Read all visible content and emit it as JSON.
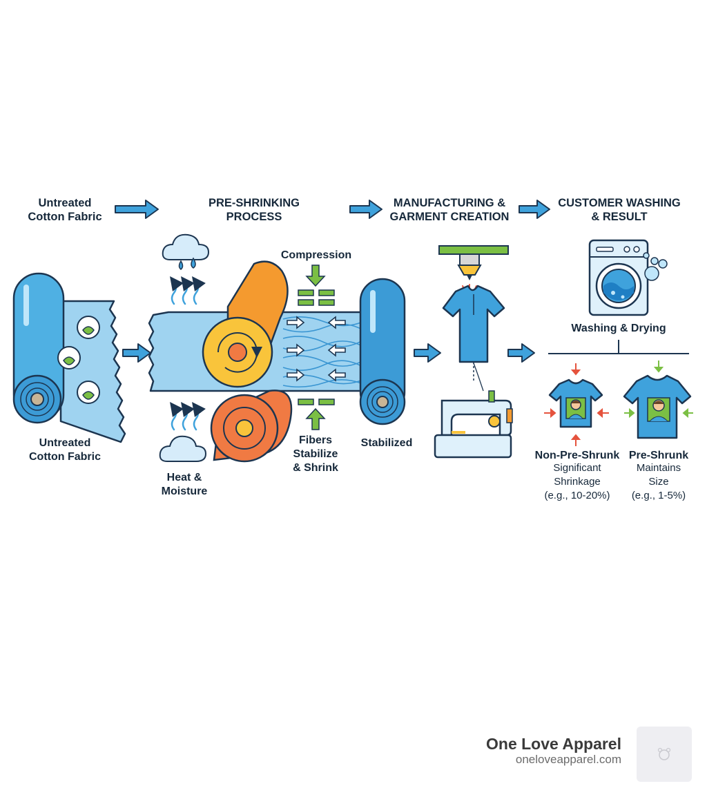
{
  "stages": {
    "untreated_header": [
      "Untreated",
      "Cotton Fabric"
    ],
    "preshrink_header": [
      "PRE-SHRINKING",
      "PROCESS"
    ],
    "manufacturing_header": [
      "MANUFACTURING &",
      "GARMENT CREATION"
    ],
    "customer_header": [
      "CUSTOMER WASHING",
      "& RESULT"
    ]
  },
  "labels": {
    "untreated_fabric": [
      "Untreated",
      "Cotton Fabric"
    ],
    "compression": "Compression",
    "heat_moisture": [
      "Heat &",
      "Moisture"
    ],
    "fibers": [
      "Fibers",
      "Stabilize",
      "& Shrink"
    ],
    "stabilized": "Stabilized",
    "washing_drying": "Washing & Drying"
  },
  "results": {
    "non_preshrunk": {
      "title": "Non-Pre-Shrunk",
      "desc": [
        "Significant",
        "Shrinkage",
        "(e.g., 10-20%)"
      ]
    },
    "preshrunk": {
      "title": "Pre-Shrunk",
      "desc": [
        "Maintains",
        "Size",
        "(e.g., 1-5%)"
      ]
    }
  },
  "brand": {
    "name": "One Love Apparel",
    "url": "oneloveapparel.com"
  },
  "colors": {
    "outline": "#1c3550",
    "blue": "#3fa2dc",
    "light_blue": "#a9d8f2",
    "yellow": "#f9c43b",
    "orange": "#f07a43",
    "green": "#7bbf44",
    "red_arrow": "#e5533d",
    "arrow_blue": "#3fa2dc"
  }
}
